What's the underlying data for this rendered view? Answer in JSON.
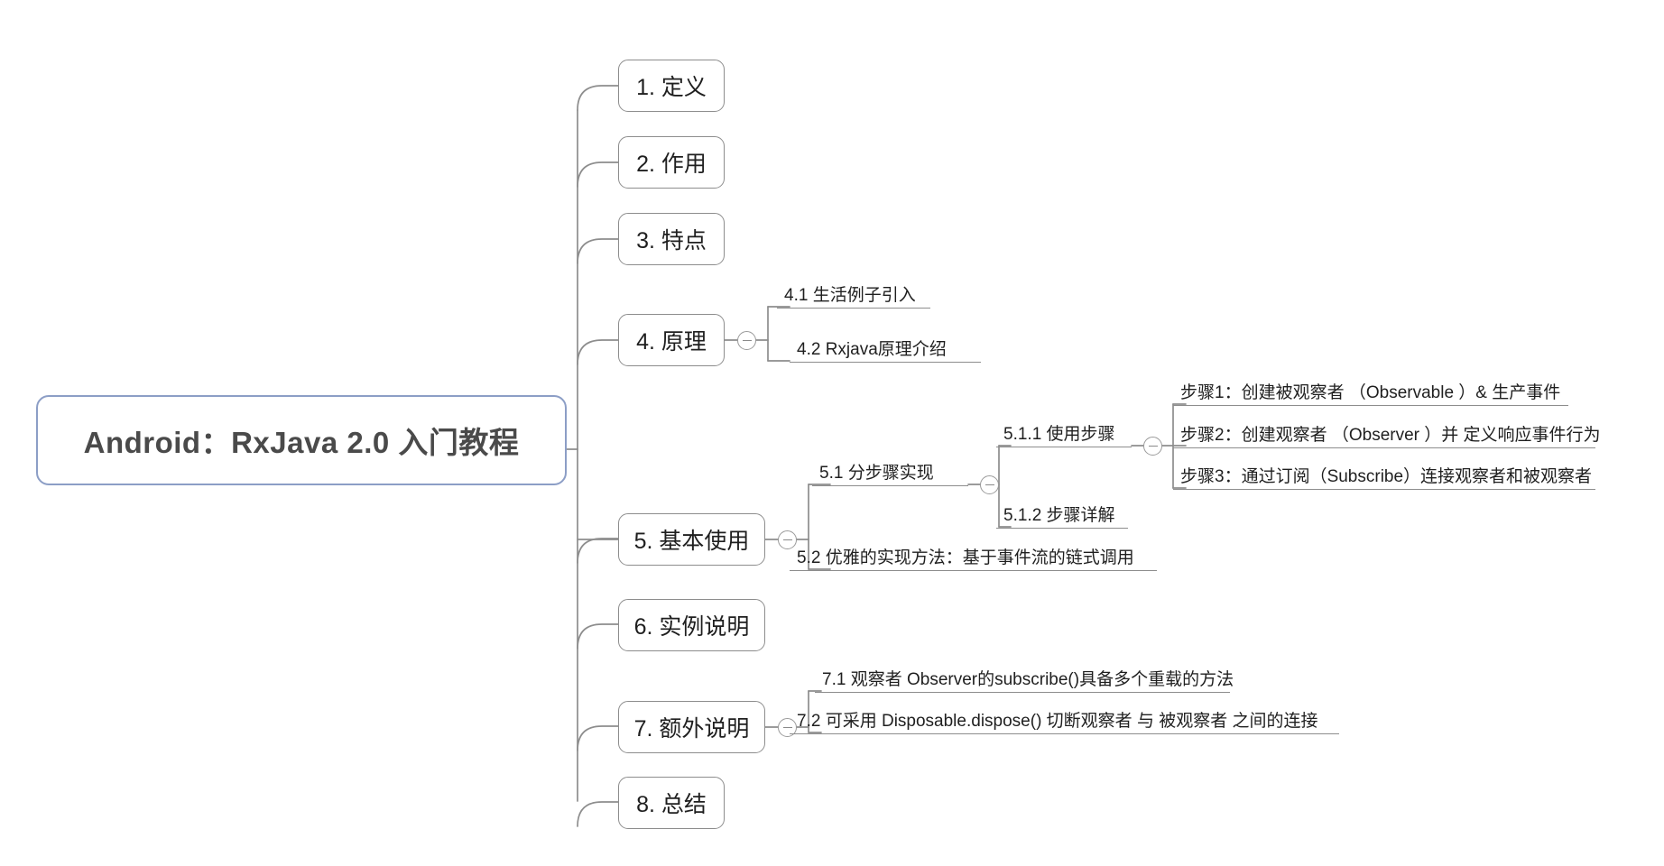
{
  "diagram": {
    "type": "mindmap",
    "title": "Android：RxJava 2.0 入门教程",
    "background_color": "#ffffff",
    "root_border_color": "#8c9ec6",
    "node_border_color": "#8d8d8d",
    "text_color": "#1f1f1f"
  },
  "root": {
    "label": "Android：RxJava 2.0 入门教程"
  },
  "branches": [
    {
      "id": "n1",
      "label": "1. 定义",
      "children": []
    },
    {
      "id": "n2",
      "label": "2. 作用",
      "children": []
    },
    {
      "id": "n3",
      "label": "3. 特点",
      "children": []
    },
    {
      "id": "n4",
      "label": "4. 原理",
      "has_toggle": true,
      "children": [
        {
          "id": "n4_1",
          "label": "4.1 生活例子引入"
        },
        {
          "id": "n4_2",
          "label": "4.2 Rxjava原理介绍"
        }
      ]
    },
    {
      "id": "n5",
      "label": "5. 基本使用",
      "has_toggle": true,
      "children": [
        {
          "id": "n5_1",
          "label": "5.1 分步骤实现",
          "has_toggle": true,
          "children": [
            {
              "id": "n5_1_1",
              "label": "5.1.1 使用步骤",
              "has_toggle": true,
              "children": [
                {
                  "id": "s1",
                  "label": "步骤1：创建被观察者 （Observable ）& 生产事件"
                },
                {
                  "id": "s2",
                  "label": "步骤2：创建观察者 （Observer ）并 定义响应事件行为"
                },
                {
                  "id": "s3",
                  "label": "步骤3：通过订阅（Subscribe）连接观察者和被观察者"
                }
              ]
            },
            {
              "id": "n5_1_2",
              "label": "5.1.2  步骤详解"
            }
          ]
        },
        {
          "id": "n5_2",
          "label": "5.2 优雅的实现方法：基于事件流的链式调用"
        }
      ]
    },
    {
      "id": "n6",
      "label": "6. 实例说明",
      "children": []
    },
    {
      "id": "n7",
      "label": "7. 额外说明",
      "has_toggle": true,
      "children": [
        {
          "id": "n7_1",
          "label": "7.1 观察者 Observer的subscribe()具备多个重载的方法"
        },
        {
          "id": "n7_2",
          "label": "7.2 可采用 Disposable.dispose() 切断观察者 与 被观察者 之间的连接"
        }
      ]
    },
    {
      "id": "n8",
      "label": "8. 总结",
      "children": []
    }
  ],
  "toggles": {
    "collapse_symbol": "minus-circle"
  }
}
